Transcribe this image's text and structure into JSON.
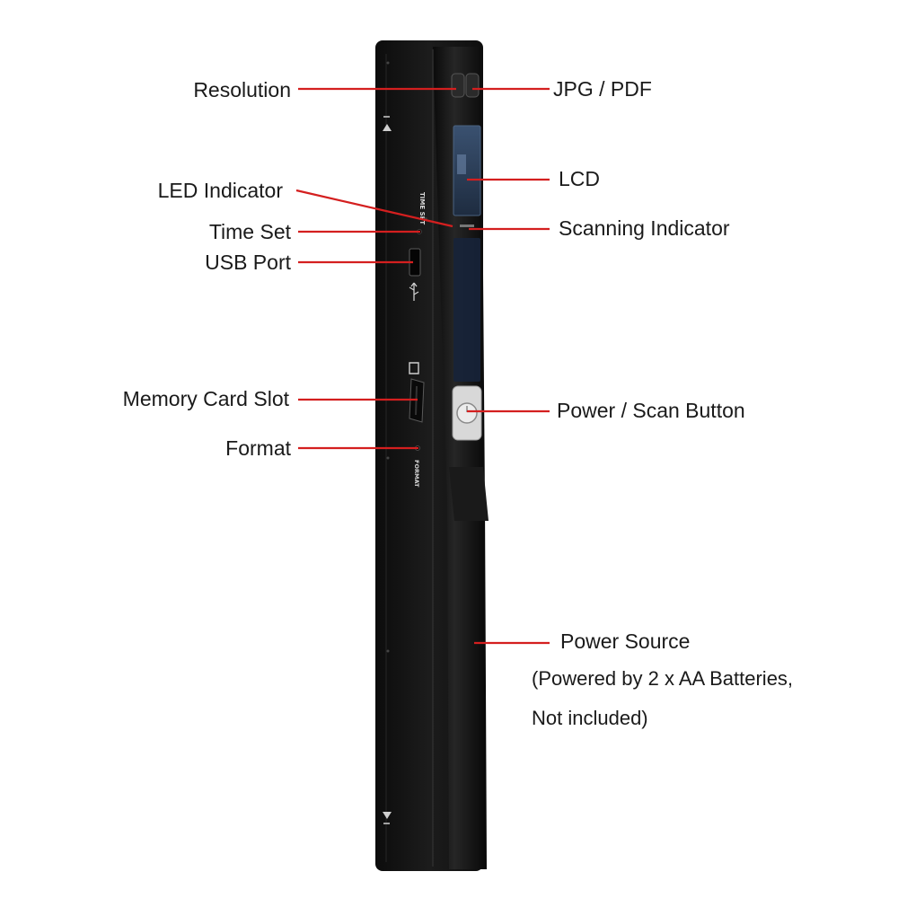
{
  "labels": {
    "resolution": "Resolution",
    "led_indicator": "LED Indicator",
    "time_set": "Time Set",
    "usb_port": "USB Port",
    "memory_card_slot": "Memory Card Slot",
    "format": "Format",
    "jpg_pdf": "JPG / PDF",
    "lcd": "LCD",
    "scanning_indicator": "Scanning Indicator",
    "power_scan_button": "Power / Scan Button",
    "power_source": "Power Source",
    "power_source_note_1": "(Powered by 2 x AA Batteries,",
    "power_source_note_2": "Not included)"
  },
  "device_markings": {
    "time_set": "TIME SET",
    "format": "FORMAT"
  },
  "colors": {
    "leader_line": "#d41f1f",
    "device_body": "#141414"
  },
  "icons": [
    "usb-icon",
    "sd-card-icon",
    "power-icon",
    "arrow-up-icon",
    "arrow-down-icon"
  ]
}
